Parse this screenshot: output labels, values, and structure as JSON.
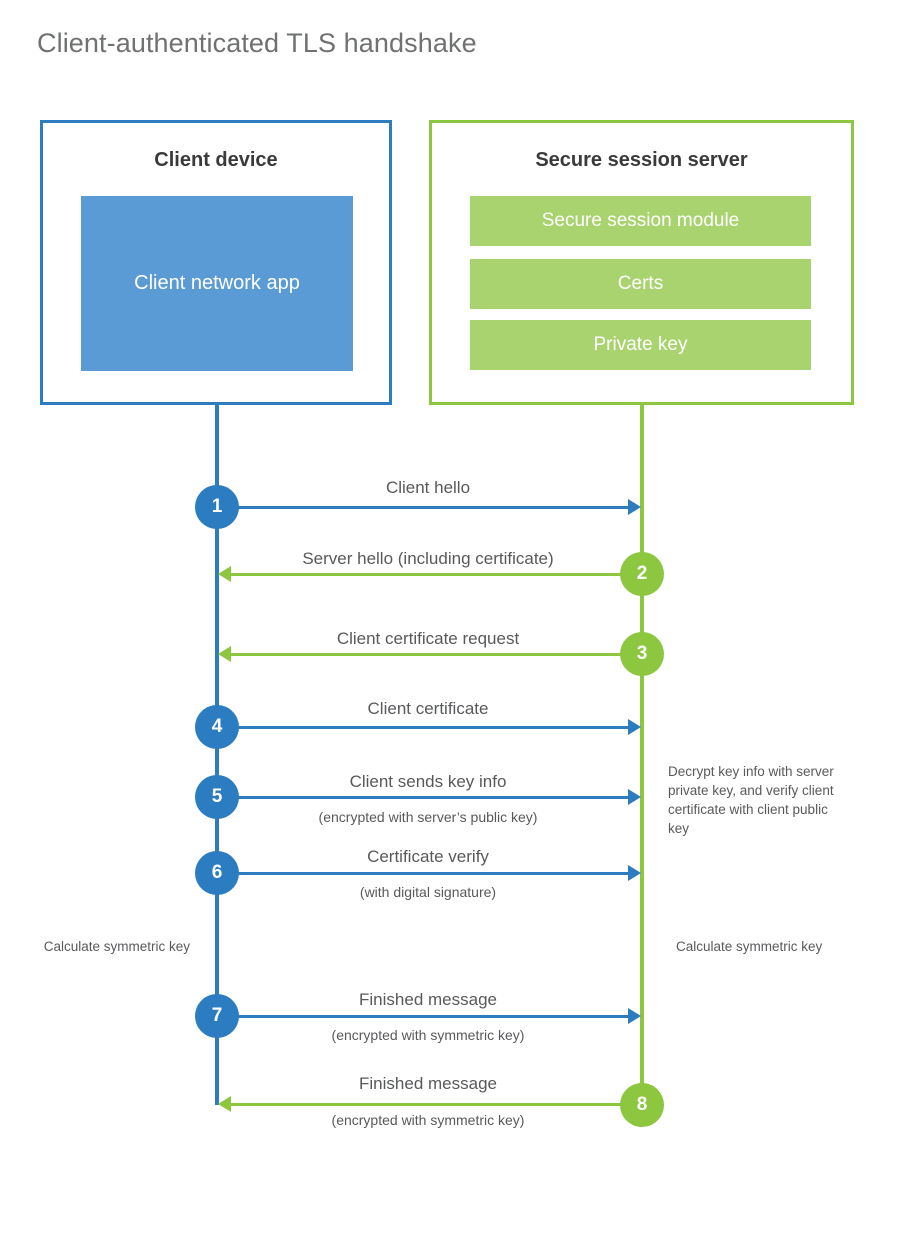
{
  "title": "Client-authenticated TLS handshake",
  "colors": {
    "client_accent": "#2d7cc0",
    "client_fill": "#5b9bd5",
    "server_accent": "#8dc63f",
    "server_fill": "#a9d36f",
    "text": "#58595b",
    "title_text": "#6f7271"
  },
  "actors": {
    "client": {
      "title": "Client device",
      "component": "Client network app"
    },
    "server": {
      "title": "Secure session server",
      "components": [
        "Secure session module",
        "Certs",
        "Private key"
      ]
    }
  },
  "messages": [
    {
      "step": "1",
      "label": "Client hello",
      "sublabel": "",
      "direction": "client-to-server",
      "color": "blue"
    },
    {
      "step": "2",
      "label": "Server hello (including certificate)",
      "sublabel": "",
      "direction": "server-to-client",
      "color": "green"
    },
    {
      "step": "3",
      "label": "Client certificate request",
      "sublabel": "",
      "direction": "server-to-client",
      "color": "green"
    },
    {
      "step": "4",
      "label": "Client certificate",
      "sublabel": "",
      "direction": "client-to-server",
      "color": "blue"
    },
    {
      "step": "5",
      "label": "Client sends key info",
      "sublabel": "(encrypted with server’s public key)",
      "direction": "client-to-server",
      "color": "blue"
    },
    {
      "step": "6",
      "label": "Certificate verify",
      "sublabel": "(with digital signature)",
      "direction": "client-to-server",
      "color": "blue"
    },
    {
      "step": "7",
      "label": "Finished message",
      "sublabel": "(encrypted with symmetric key)",
      "direction": "client-to-server",
      "color": "blue"
    },
    {
      "step": "8",
      "label": "Finished message",
      "sublabel": "(encrypted with symmetric key)",
      "direction": "server-to-client",
      "color": "green"
    }
  ],
  "annotations": {
    "server_decrypt": "Decrypt key info with server private key, and verify client certificate with client public key",
    "client_calculate": "Calculate symmetric key",
    "server_calculate": "Calculate symmetric key"
  }
}
